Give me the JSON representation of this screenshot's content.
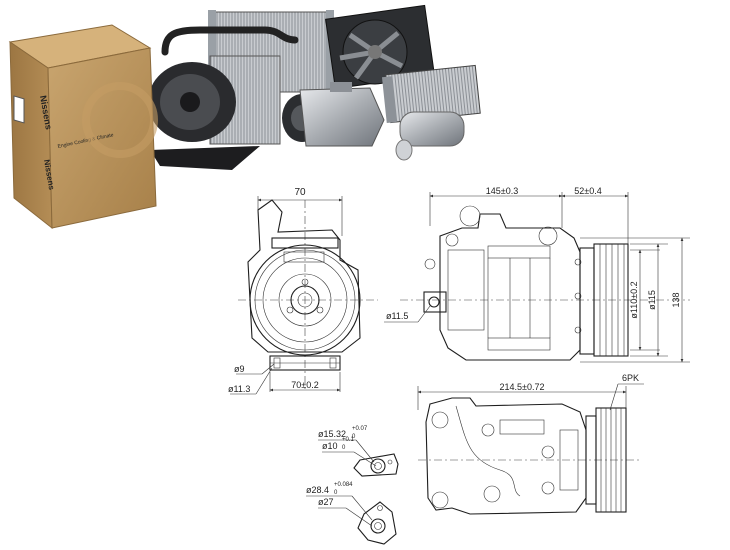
{
  "colors": {
    "box": "#b9935d",
    "box_dark": "#8b6a3c",
    "metal": "#a9adb2",
    "metal_dark": "#3a3d42",
    "brand_blue": "#1e4aa8",
    "line": "#1e1e1e"
  },
  "photo": {
    "box_logo": "Nissens",
    "box_tagline": "Engine Cooling & Climate"
  },
  "front_view": {
    "dim_top": "70",
    "dim_bottom": "70±0.2",
    "dim_hole": "ø11.5",
    "dim_d9": "ø9",
    "dim_d11": "ø11.3"
  },
  "side_view": {
    "dim_body": "145±0.3",
    "dim_pulley": "52±0.4",
    "dim_d110": "ø110±0.2",
    "dim_d115": "ø115",
    "dim_138": "138"
  },
  "bottom_view": {
    "dim_length": "214.5±0.72",
    "belt": "6PK"
  },
  "ports": {
    "p1_outer": "ø15.32",
    "p1_outer_tol": "+0.07",
    "p1_outer_tol2": "0",
    "p1_inner": "ø10",
    "p1_inner_tol": "+0.1",
    "p1_inner_tol2": "0",
    "p2_outer": "ø28.4",
    "p2_outer_tol": "+0.084",
    "p2_outer_tol2": "0",
    "p2_inner": "ø27"
  }
}
